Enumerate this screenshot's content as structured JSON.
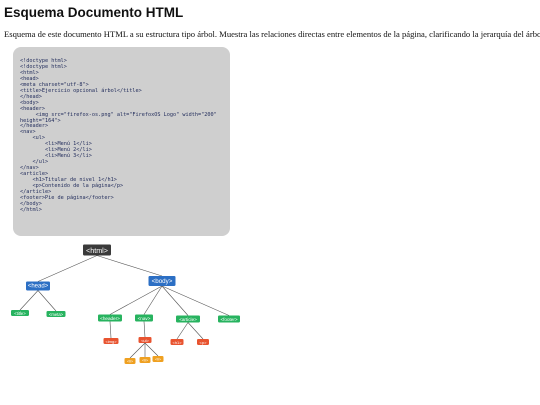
{
  "title": "Esquema Documento HTML",
  "intro": "Esquema de este documento HTML a su estructura tipo árbol. Muestra las relaciones directas entre elementos de la página, clarificando la jerarquía del árbol.",
  "code_lines": [
    "<!doctype html>",
    "<!doctype html>",
    "<html>",
    "<head>",
    "<meta charset=\"utf-8\">",
    "<title>Ejercicio opcional árbol</title>",
    "</head>",
    "<body>",
    "<header>",
    "     <img src=\"firefox-os.png\" alt=\"FirefoxOS Logo\" width=\"200\"",
    "height=\"164\">",
    "</header>",
    "<nav>",
    "    <ul>",
    "        <li>Menú 1</li>",
    "        <li>Menú 2</li>",
    "        <li>Menú 3</li>",
    "    </ul>",
    "</nav>",
    "<article>",
    "    <h1>Titular de nivel 1</h1>",
    "    <p>Contenido de la página</p>",
    "</article>",
    "<footer>Pie de página</footer>",
    "</body>",
    "</html>"
  ],
  "tree": {
    "colors": {
      "root": "#3a3a3a",
      "section": "#2c6fc4",
      "element": "#27b35f",
      "child": "#e8532f",
      "grandchild": "#efa020",
      "edge": "#555555"
    },
    "nodes": [
      {
        "id": "html",
        "label": "<html>",
        "kind": "root",
        "parent": null
      },
      {
        "id": "head",
        "label": "<head>",
        "kind": "section",
        "parent": "html"
      },
      {
        "id": "body",
        "label": "<body>",
        "kind": "section",
        "parent": "html"
      },
      {
        "id": "title",
        "label": "<title>",
        "kind": "element",
        "parent": "head"
      },
      {
        "id": "meta",
        "label": "<meta>",
        "kind": "element",
        "parent": "head"
      },
      {
        "id": "header",
        "label": "<header>",
        "kind": "element",
        "parent": "body"
      },
      {
        "id": "nav",
        "label": "<nav>",
        "kind": "element",
        "parent": "body"
      },
      {
        "id": "article",
        "label": "<article>",
        "kind": "element",
        "parent": "body"
      },
      {
        "id": "footer",
        "label": "<footer>",
        "kind": "element",
        "parent": "body"
      },
      {
        "id": "img",
        "label": "<img>",
        "kind": "child",
        "parent": "header"
      },
      {
        "id": "ul",
        "label": "<ul>",
        "kind": "child",
        "parent": "nav"
      },
      {
        "id": "h1",
        "label": "<h1>",
        "kind": "child",
        "parent": "article"
      },
      {
        "id": "p",
        "label": "<p>",
        "kind": "child",
        "parent": "article"
      },
      {
        "id": "li1",
        "label": "<li>",
        "kind": "grandchild",
        "parent": "ul"
      },
      {
        "id": "li2",
        "label": "<li>",
        "kind": "grandchild",
        "parent": "ul"
      },
      {
        "id": "li3",
        "label": "<li>",
        "kind": "grandchild",
        "parent": "ul"
      }
    ]
  }
}
